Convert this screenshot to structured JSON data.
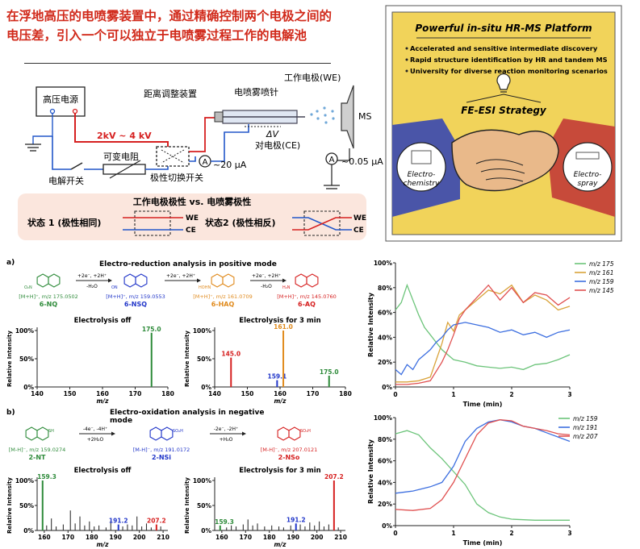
{
  "headline": [
    "在浮地高压的电喷雾装置中，通过精确控制两个电极之间的",
    "电压差，引入一个可以独立于电喷雾过程工作的电解池"
  ],
  "circuit": {
    "hv_supply": "高压电源",
    "distance_device": "距离调整装置",
    "emitter": "电喷雾喷针",
    "we": "工作电极(WE)",
    "ce": "对电极(CE)",
    "dv": "ΔV",
    "ms": "MS",
    "voltage": "2kV ~ 4 kV",
    "resistor": "可变电阻",
    "switch_box": "极性切换开关",
    "e_switch": "电解开关",
    "current1": "~20 μA",
    "current2": "~0.05 μA",
    "ammeter": "A"
  },
  "legend": {
    "title": "工作电极极性 vs. 电喷雾极性",
    "state1": "状态 1 (极性相同)",
    "state2": "状态2 (极性相反)",
    "we": "WE",
    "ce": "CE"
  },
  "poster": {
    "title": "Powerful in-situ HR-MS Platform",
    "bullets": [
      "Accelerated and sensitive intermediate discovery",
      "Rapid structure identification by HR and tandem MS",
      "University for diverse reaction monitoring scenarios"
    ],
    "strategy": "FE-ESI Strategy",
    "left": [
      "Electro-",
      "chemistry"
    ],
    "right": [
      "Electro-",
      "spray"
    ]
  },
  "panel_a": {
    "label": "a)",
    "title": "Electro-reduction analysis in positive mode",
    "compounds": [
      {
        "ion": "[M+H]⁺, m/z 175.0502",
        "name": "6-NQ",
        "color": "#2e8b3a"
      },
      {
        "ion": "[M+H]⁺, m/z 159.0553",
        "name": "6-NSQ",
        "color": "#2136c9"
      },
      {
        "ion": "[M+H]⁺, m/z 161.0709",
        "name": "6-HAQ",
        "color": "#e08a1c"
      },
      {
        "ion": "[M+H]⁺, m/z 145.0760",
        "name": "6-AQ",
        "color": "#d62020"
      }
    ],
    "arrows": [
      {
        "top": "+2e⁻, +2H⁺",
        "bottom": "-H₂O"
      },
      {
        "top": "+2e⁻, +2H⁺",
        "bottom": ""
      },
      {
        "top": "+2e⁻, +2H⁺",
        "bottom": "-H₂O"
      }
    ],
    "ring_labels": [
      "O₂N",
      "ON",
      "HOHN",
      "H₂N"
    ]
  },
  "panel_b": {
    "label": "b)",
    "title": [
      "Electro-oxidation analysis in negative",
      "mode"
    ],
    "compounds": [
      {
        "ion": "[M-H]⁻, m/z 159.0274",
        "name": "2-NT",
        "color": "#2e8b3a"
      },
      {
        "ion": "[M-H]⁻, m/z 191.0172",
        "name": "2-NSi",
        "color": "#2136c9"
      },
      {
        "ion": "[M-H]⁻, m/z 207.0121",
        "name": "2-NSo",
        "color": "#d62020"
      }
    ],
    "arrows": [
      {
        "top": "-4e⁻, -4H⁺",
        "bottom": "+2H₂O"
      },
      {
        "top": "-2e⁻, -2H⁺",
        "bottom": "+H₂O"
      }
    ],
    "ring_labels": [
      "SH",
      "SO₂H",
      "SO₃H"
    ]
  },
  "chart_data": [
    {
      "id": "a-off",
      "type": "bar",
      "title": "Electrolysis off",
      "xlabel": "m/z",
      "ylabel": "Relative Intensity",
      "xlim": [
        140,
        180
      ],
      "ylim": [
        0,
        100
      ],
      "xticks": [
        140,
        150,
        160,
        170,
        180
      ],
      "yticks": [
        "0%",
        "50%",
        "100%"
      ],
      "peaks": [
        {
          "x": 175.0,
          "y": 96,
          "label": "175.0",
          "color": "#2e8b3a"
        }
      ]
    },
    {
      "id": "a-3min",
      "type": "bar",
      "title": "Electrolysis for 3 min",
      "xlabel": "m/z",
      "ylabel": "Relative Intensity",
      "xlim": [
        140,
        180
      ],
      "ylim": [
        0,
        100
      ],
      "xticks": [
        140,
        150,
        160,
        170,
        180
      ],
      "yticks": [
        "0%",
        "50%",
        "100%"
      ],
      "peaks": [
        {
          "x": 145.0,
          "y": 52,
          "label": "145.0",
          "color": "#d62020"
        },
        {
          "x": 159.1,
          "y": 12,
          "label": "159.1",
          "color": "#2136c9"
        },
        {
          "x": 161.0,
          "y": 100,
          "label": "161.0",
          "color": "#e08a1c"
        },
        {
          "x": 175.0,
          "y": 20,
          "label": "175.0",
          "color": "#2e8b3a"
        }
      ]
    },
    {
      "id": "b-off",
      "type": "bar",
      "title": "Electrolysis off",
      "xlabel": "m/z",
      "ylabel": "Relative Intensity",
      "xlim": [
        157,
        212
      ],
      "ylim": [
        0,
        100
      ],
      "xticks": [
        160,
        170,
        180,
        190,
        200,
        210
      ],
      "yticks": [
        "0%",
        "50%",
        "100%"
      ],
      "peaks": [
        {
          "x": 159.3,
          "y": 100,
          "label": "159.3",
          "color": "#2e8b3a"
        },
        {
          "x": 191.2,
          "y": 12,
          "label": "191.2",
          "color": "#2136c9"
        },
        {
          "x": 207.2,
          "y": 12,
          "label": "207.2",
          "color": "#d62020"
        }
      ],
      "noise": [
        [
          161,
          10
        ],
        [
          163,
          24
        ],
        [
          165,
          8
        ],
        [
          168,
          12
        ],
        [
          171,
          40
        ],
        [
          173,
          14
        ],
        [
          175,
          28
        ],
        [
          177,
          10
        ],
        [
          179,
          18
        ],
        [
          181,
          8
        ],
        [
          183,
          10
        ],
        [
          186,
          6
        ],
        [
          188,
          20
        ],
        [
          193,
          8
        ],
        [
          195,
          12
        ],
        [
          197,
          10
        ],
        [
          199,
          28
        ],
        [
          201,
          8
        ],
        [
          203,
          14
        ],
        [
          205,
          6
        ],
        [
          209,
          8
        ]
      ]
    },
    {
      "id": "b-3min",
      "type": "bar",
      "title": "Electrolysis for 3 min",
      "xlabel": "m/z",
      "ylabel": "Relative Intensity",
      "xlim": [
        157,
        212
      ],
      "ylim": [
        0,
        100
      ],
      "xticks": [
        160,
        170,
        180,
        190,
        200,
        210
      ],
      "yticks": [
        "0%",
        "50%",
        "100%"
      ],
      "peaks": [
        {
          "x": 159.3,
          "y": 10,
          "label": "159.3",
          "color": "#2e8b3a"
        },
        {
          "x": 191.2,
          "y": 14,
          "label": "191.2",
          "color": "#2136c9"
        },
        {
          "x": 207.2,
          "y": 100,
          "label": "207.2",
          "color": "#d62020"
        }
      ],
      "noise": [
        [
          162,
          6
        ],
        [
          164,
          10
        ],
        [
          166,
          8
        ],
        [
          169,
          12
        ],
        [
          171,
          22
        ],
        [
          173,
          10
        ],
        [
          175,
          14
        ],
        [
          178,
          8
        ],
        [
          181,
          10
        ],
        [
          184,
          8
        ],
        [
          186,
          6
        ],
        [
          189,
          10
        ],
        [
          193,
          12
        ],
        [
          195,
          8
        ],
        [
          197,
          16
        ],
        [
          199,
          10
        ],
        [
          201,
          18
        ],
        [
          203,
          8
        ],
        [
          205,
          12
        ],
        [
          209,
          6
        ]
      ]
    },
    {
      "id": "ion-top",
      "type": "line",
      "xlabel": "Time (min)",
      "ylabel": "Relative Intensity",
      "xlim": [
        0,
        3
      ],
      "ylim": [
        0,
        100
      ],
      "xticks": [
        0,
        1,
        2,
        3
      ],
      "yticks": [
        "0%",
        "20%",
        "40%",
        "60%",
        "80%",
        "100%"
      ],
      "series": [
        {
          "name": "m/z 175",
          "color": "#6cc47a",
          "points": [
            [
              0,
              62
            ],
            [
              0.1,
              68
            ],
            [
              0.2,
              82
            ],
            [
              0.3,
              70
            ],
            [
              0.4,
              58
            ],
            [
              0.5,
              48
            ],
            [
              0.6,
              42
            ],
            [
              0.7,
              36
            ],
            [
              0.8,
              30
            ],
            [
              0.9,
              26
            ],
            [
              1.0,
              22
            ],
            [
              1.2,
              20
            ],
            [
              1.4,
              17
            ],
            [
              1.6,
              16
            ],
            [
              1.8,
              15
            ],
            [
              2.0,
              16
            ],
            [
              2.2,
              14
            ],
            [
              2.4,
              18
            ],
            [
              2.6,
              19
            ],
            [
              2.8,
              22
            ],
            [
              3.0,
              26
            ]
          ]
        },
        {
          "name": "m/z 161",
          "color": "#d9a33a",
          "points": [
            [
              0,
              4
            ],
            [
              0.2,
              4
            ],
            [
              0.4,
              5
            ],
            [
              0.6,
              8
            ],
            [
              0.8,
              35
            ],
            [
              0.9,
              52
            ],
            [
              1.0,
              45
            ],
            [
              1.1,
              58
            ],
            [
              1.2,
              62
            ],
            [
              1.4,
              70
            ],
            [
              1.6,
              78
            ],
            [
              1.8,
              75
            ],
            [
              2.0,
              82
            ],
            [
              2.2,
              68
            ],
            [
              2.4,
              74
            ],
            [
              2.6,
              70
            ],
            [
              2.8,
              62
            ],
            [
              3.0,
              65
            ]
          ]
        },
        {
          "name": "m/z 159",
          "color": "#3d6fe0",
          "points": [
            [
              0,
              14
            ],
            [
              0.1,
              10
            ],
            [
              0.2,
              18
            ],
            [
              0.3,
              14
            ],
            [
              0.4,
              22
            ],
            [
              0.5,
              26
            ],
            [
              0.6,
              30
            ],
            [
              0.7,
              36
            ],
            [
              0.8,
              40
            ],
            [
              0.9,
              46
            ],
            [
              1.0,
              50
            ],
            [
              1.2,
              52
            ],
            [
              1.4,
              50
            ],
            [
              1.6,
              48
            ],
            [
              1.8,
              44
            ],
            [
              2.0,
              46
            ],
            [
              2.2,
              42
            ],
            [
              2.4,
              44
            ],
            [
              2.6,
              40
            ],
            [
              2.8,
              44
            ],
            [
              3.0,
              46
            ]
          ]
        },
        {
          "name": "m/z 145",
          "color": "#e05050",
          "points": [
            [
              0,
              2
            ],
            [
              0.2,
              2
            ],
            [
              0.4,
              3
            ],
            [
              0.6,
              5
            ],
            [
              0.8,
              20
            ],
            [
              0.9,
              30
            ],
            [
              1.0,
              42
            ],
            [
              1.1,
              55
            ],
            [
              1.2,
              62
            ],
            [
              1.4,
              72
            ],
            [
              1.6,
              82
            ],
            [
              1.8,
              70
            ],
            [
              2.0,
              80
            ],
            [
              2.2,
              68
            ],
            [
              2.4,
              76
            ],
            [
              2.6,
              74
            ],
            [
              2.8,
              66
            ],
            [
              3.0,
              72
            ]
          ]
        }
      ]
    },
    {
      "id": "ion-bottom",
      "type": "line",
      "xlabel": "Time (min)",
      "ylabel": "Relative Intensity",
      "xlim": [
        0,
        3
      ],
      "ylim": [
        0,
        100
      ],
      "xticks": [
        0,
        1,
        2,
        3
      ],
      "yticks": [
        "0%",
        "20%",
        "40%",
        "60%",
        "80%",
        "100%"
      ],
      "series": [
        {
          "name": "m/z 159",
          "color": "#6cc47a",
          "points": [
            [
              0,
              85
            ],
            [
              0.2,
              88
            ],
            [
              0.4,
              84
            ],
            [
              0.6,
              72
            ],
            [
              0.8,
              62
            ],
            [
              1.0,
              50
            ],
            [
              1.2,
              38
            ],
            [
              1.4,
              20
            ],
            [
              1.6,
              12
            ],
            [
              1.8,
              8
            ],
            [
              2.0,
              6
            ],
            [
              2.4,
              5
            ],
            [
              2.8,
              5
            ],
            [
              3.0,
              5
            ]
          ]
        },
        {
          "name": "m/z 191",
          "color": "#3d6fe0",
          "points": [
            [
              0,
              30
            ],
            [
              0.3,
              32
            ],
            [
              0.6,
              36
            ],
            [
              0.8,
              40
            ],
            [
              1.0,
              55
            ],
            [
              1.2,
              78
            ],
            [
              1.4,
              90
            ],
            [
              1.6,
              96
            ],
            [
              1.8,
              98
            ],
            [
              2.0,
              96
            ],
            [
              2.2,
              92
            ],
            [
              2.4,
              90
            ],
            [
              2.6,
              86
            ],
            [
              2.8,
              82
            ],
            [
              3.0,
              78
            ]
          ]
        },
        {
          "name": "m/z 207",
          "color": "#e05050",
          "points": [
            [
              0,
              15
            ],
            [
              0.3,
              14
            ],
            [
              0.6,
              16
            ],
            [
              0.8,
              24
            ],
            [
              1.0,
              40
            ],
            [
              1.2,
              62
            ],
            [
              1.4,
              84
            ],
            [
              1.6,
              95
            ],
            [
              1.8,
              98
            ],
            [
              2.0,
              97
            ],
            [
              2.2,
              92
            ],
            [
              2.4,
              90
            ],
            [
              2.6,
              88
            ],
            [
              2.8,
              85
            ],
            [
              3.0,
              84
            ]
          ]
        }
      ]
    }
  ]
}
